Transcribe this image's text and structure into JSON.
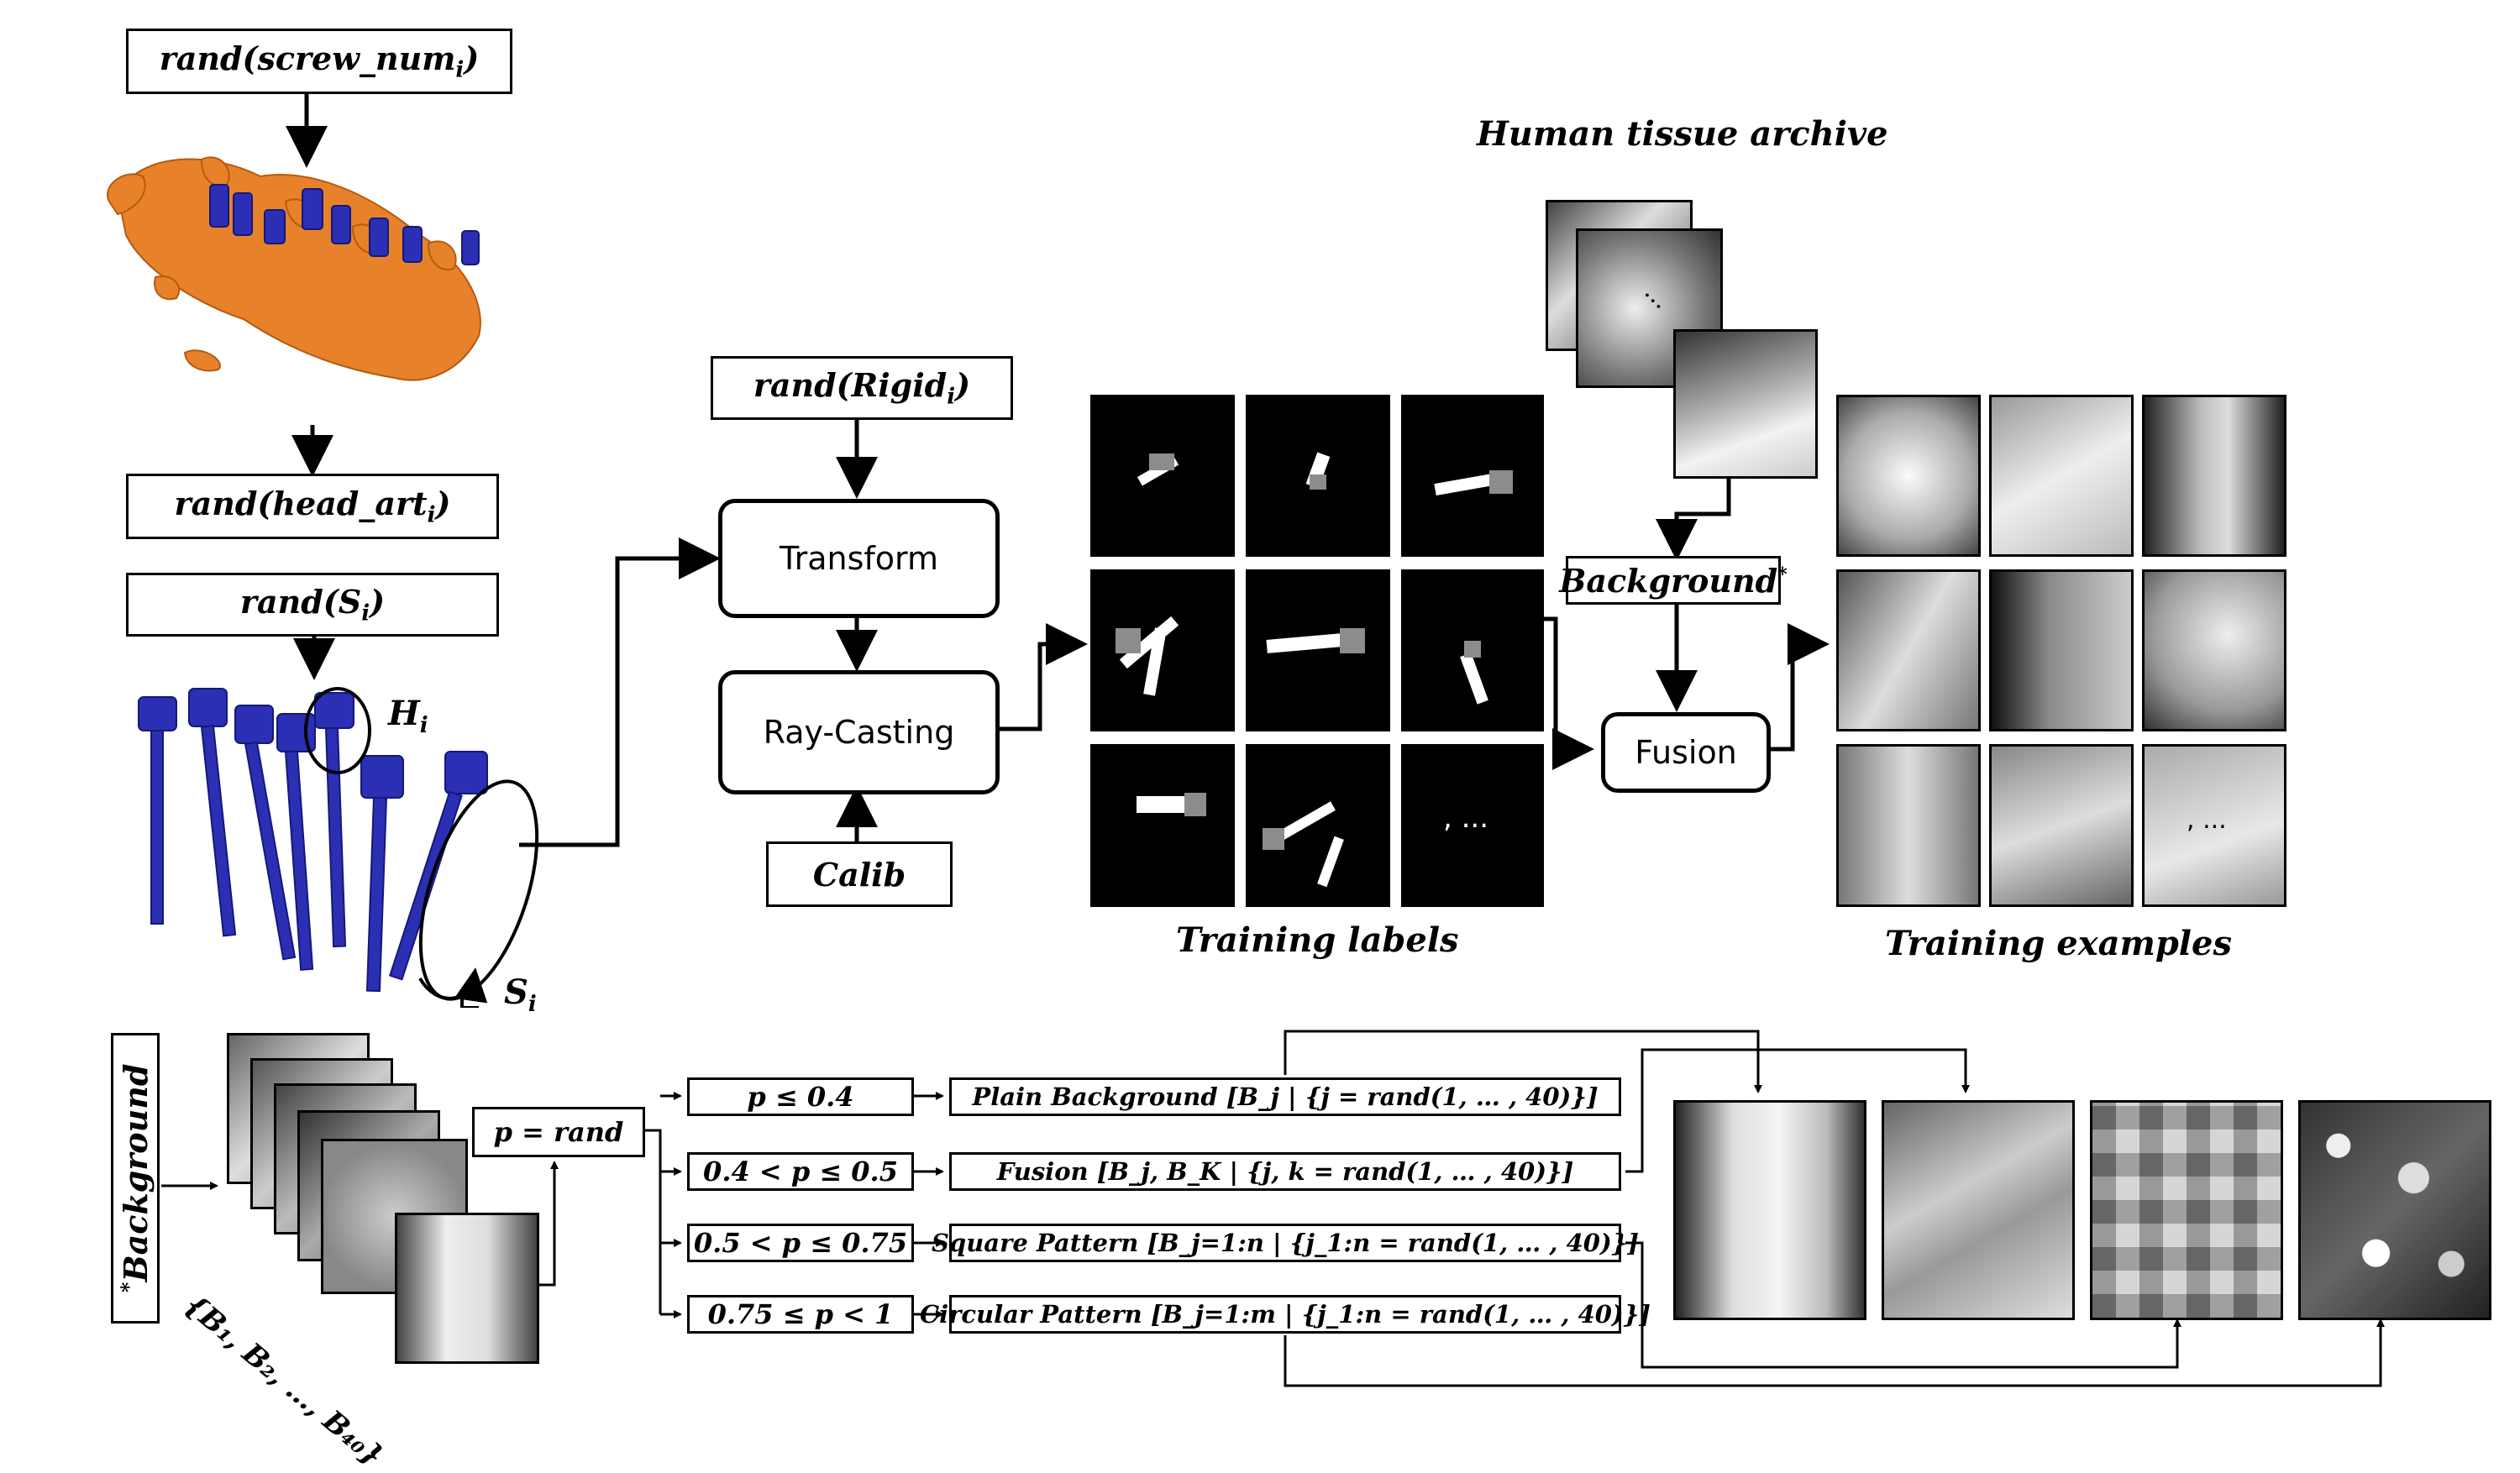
{
  "top": {
    "screw_num_label": "rand(screw_num",
    "screw_num_sub": "i",
    "head_art_label": "rand(head_art",
    "head_art_sub": "i",
    "s_label": "rand(S",
    "s_sub": "i",
    "h_label": "H",
    "h_sub": "i",
    "si_label": "S",
    "si_sub": "i",
    "rigid_label": "rand(Rigid",
    "rigid_sub": "i",
    "close_paren": ")",
    "transform_label": "Transform",
    "raycasting_label": "Ray-Casting",
    "calib_label": "Calib",
    "training_labels_title": "Training labels",
    "human_tissue_title": "Human tissue archive",
    "background_label": "Background",
    "background_star": "*",
    "fusion_label": "Fusion",
    "training_examples_title": "Training examples",
    "ellipsis_labels": ", ...",
    "ellipsis_examples": ", ...",
    "ellipsis_archive": "..."
  },
  "bottom": {
    "background_vertical": "Background",
    "star": "*",
    "set_label": "{B₁, B₂, …, B₄₀}",
    "p_rand": "p = rand",
    "conditions": [
      "p ≤ 0.4",
      "0.4 < p ≤ 0.5",
      "0.5 < p ≤ 0.75",
      "0.75 ≤ p < 1"
    ],
    "options": [
      {
        "name": "Plain Background",
        "formula": "[B_j | {j = rand(1, … , 40)}]"
      },
      {
        "name": "Fusion",
        "formula": "[B_j, B_K | {j, k = rand(1, … , 40)}]"
      },
      {
        "name": "Square Pattern",
        "formula": "[B_j=1:n | {j_1:n = rand(1, … , 40)}]"
      },
      {
        "name": "Circular Pattern",
        "formula": "[B_j=1:m | {j_1:n = rand(1, … , 40)}]"
      }
    ]
  },
  "colors": {
    "bone": "#E8822A",
    "screw": "#2B2FB3",
    "black": "#000000",
    "white": "#FFFFFF",
    "label_gray": "#8C8C8C"
  },
  "icons": [
    "spine-3d-render",
    "screw-set-render",
    "xray-images"
  ]
}
